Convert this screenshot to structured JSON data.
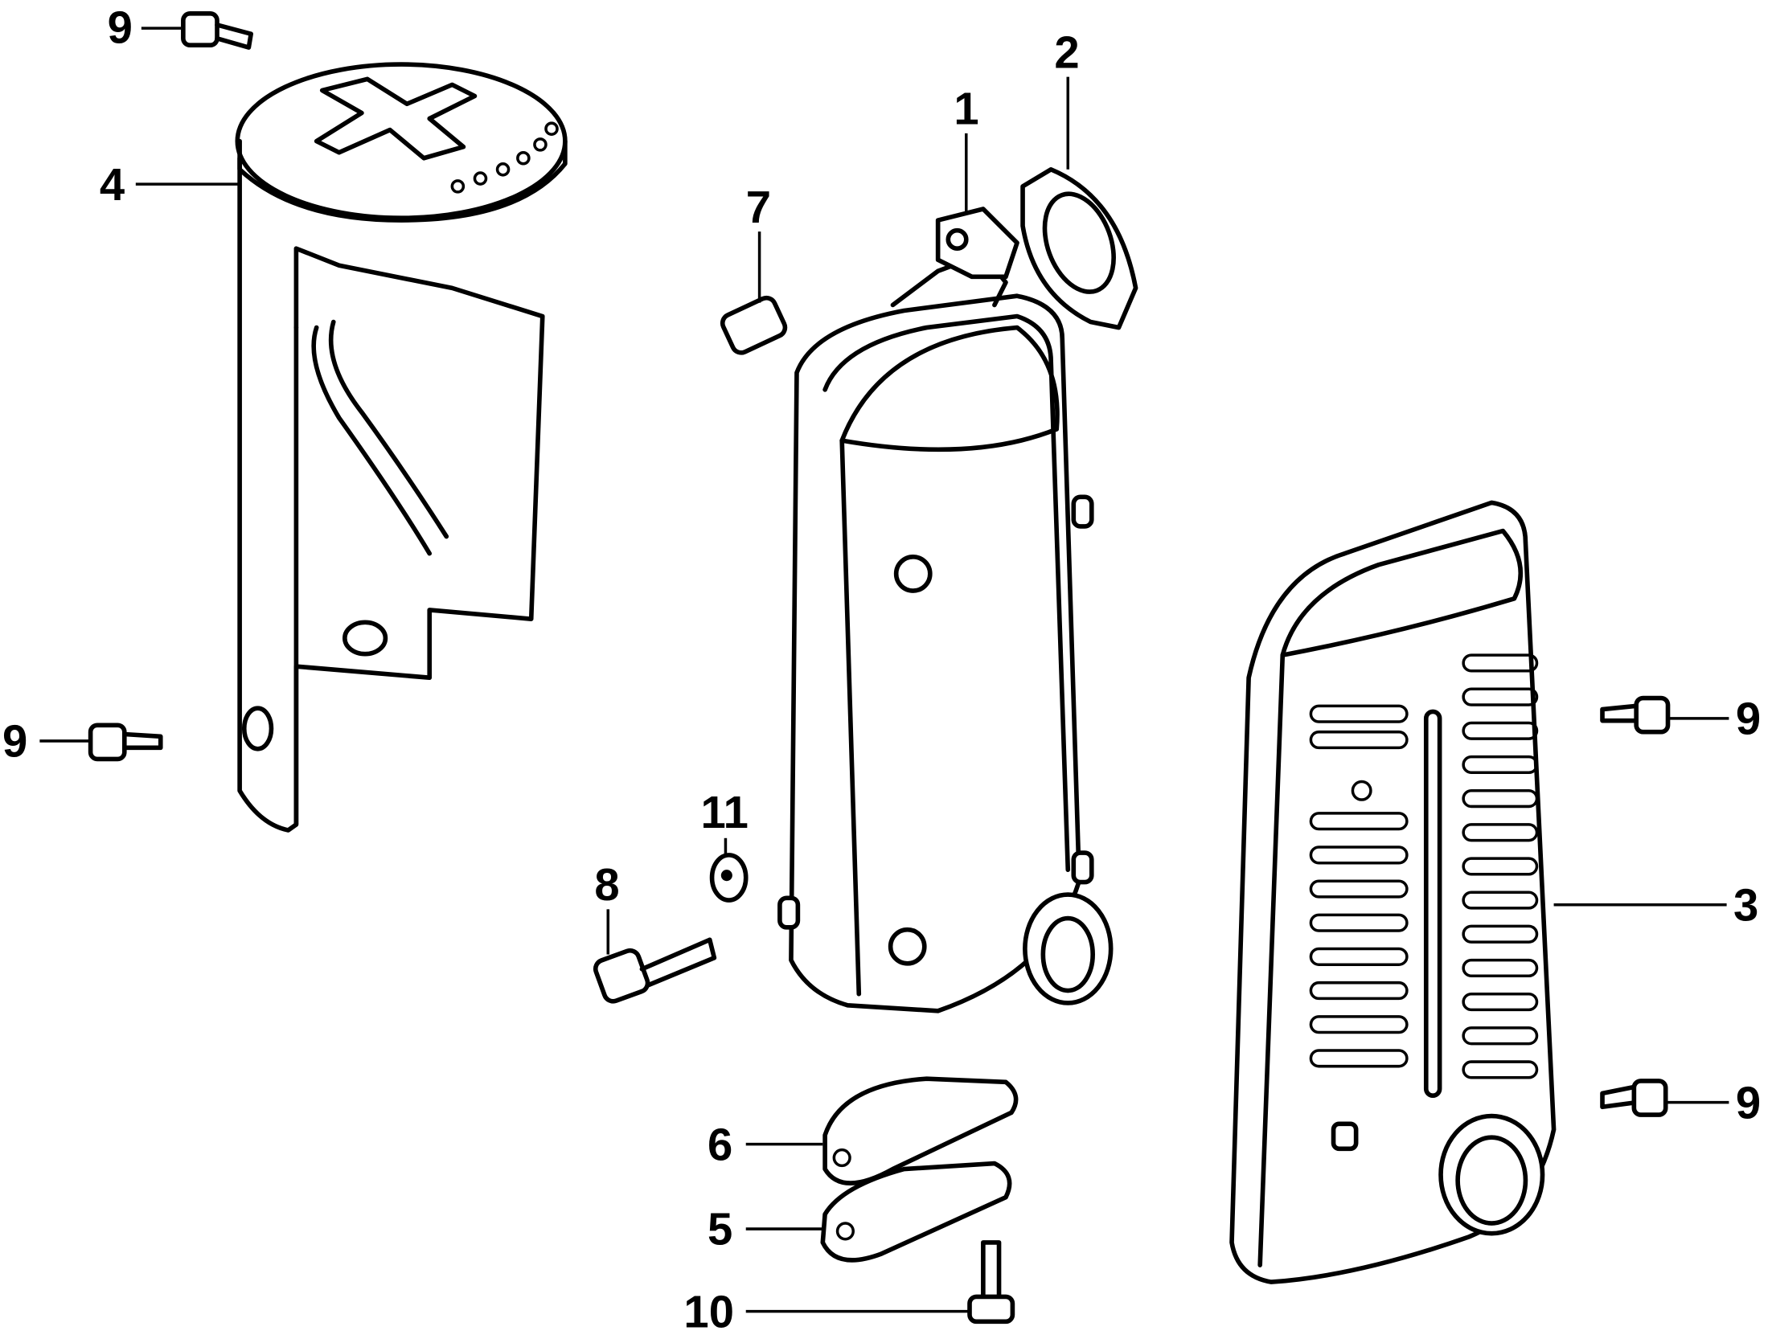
{
  "diagram": {
    "type": "exploded-parts-diagram",
    "callouts": [
      {
        "id": "9a",
        "label": "9"
      },
      {
        "id": "4",
        "label": "4"
      },
      {
        "id": "9b",
        "label": "9"
      },
      {
        "id": "1",
        "label": "1"
      },
      {
        "id": "2",
        "label": "2"
      },
      {
        "id": "7",
        "label": "7"
      },
      {
        "id": "11",
        "label": "11"
      },
      {
        "id": "8",
        "label": "8"
      },
      {
        "id": "6",
        "label": "6"
      },
      {
        "id": "5",
        "label": "5"
      },
      {
        "id": "10",
        "label": "10"
      },
      {
        "id": "3",
        "label": "3"
      },
      {
        "id": "9c",
        "label": "9"
      },
      {
        "id": "9d",
        "label": "9"
      }
    ]
  }
}
